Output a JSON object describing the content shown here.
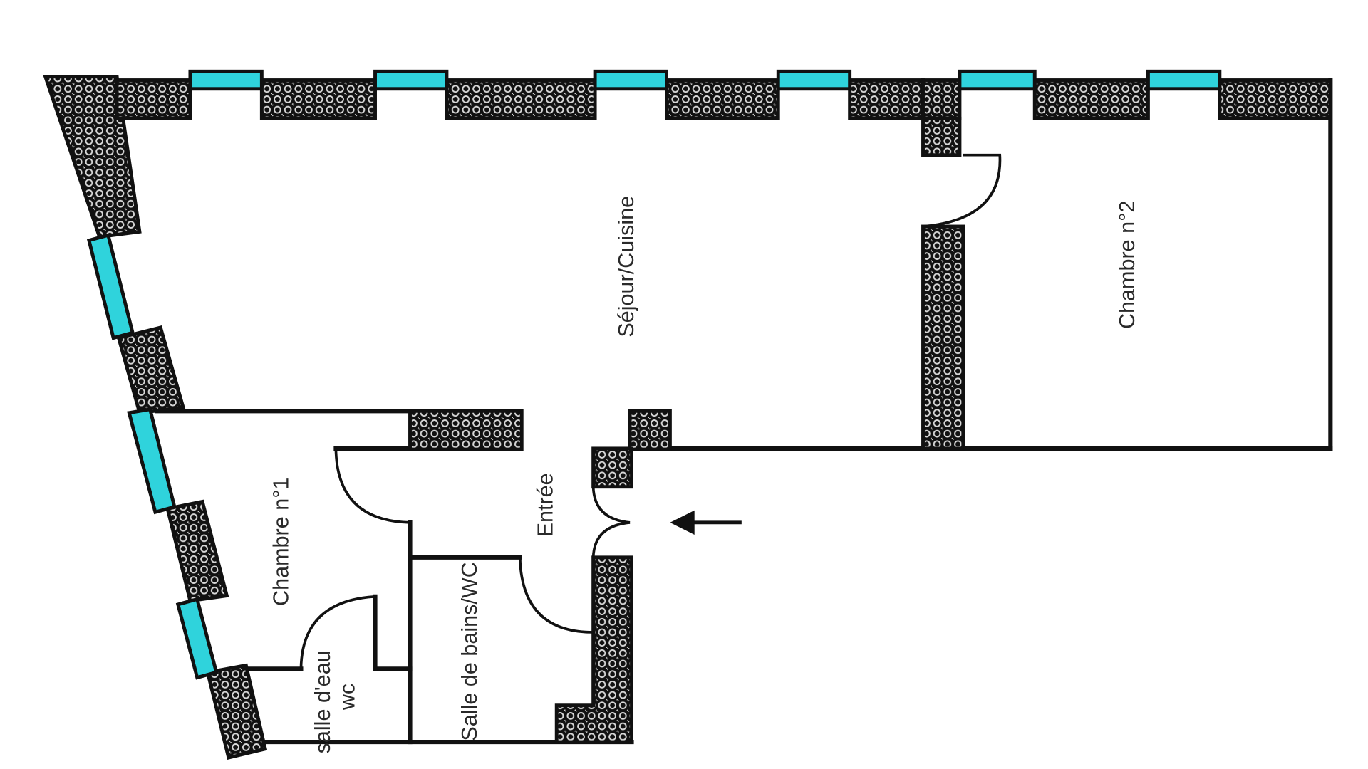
{
  "rooms": {
    "sejour": "Séjour/Cuisine",
    "chambre2": "Chambre n°2",
    "chambre1": "Chambre n°1",
    "entree": "Entrée",
    "salle_de_bains": "Salle de bains/WC",
    "salle_eau_line1": "salle d'eau",
    "salle_eau_line2": "wc"
  },
  "colors": {
    "wall_line": "#111111",
    "masonry": "#111111",
    "window": "#2fd3dc",
    "background": "#ffffff"
  }
}
